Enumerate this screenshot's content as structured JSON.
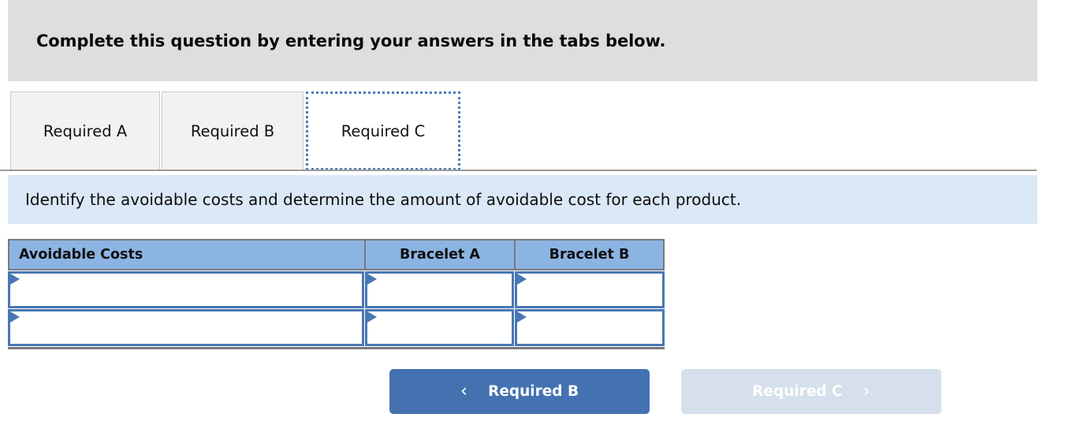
{
  "header": {
    "title": "Complete this question by entering your answers in the tabs below."
  },
  "tabs": [
    {
      "label": "Required A",
      "active": false
    },
    {
      "label": "Required B",
      "active": false
    },
    {
      "label": "Required C",
      "active": true
    }
  ],
  "instruction": {
    "text": "Identify the avoidable costs and determine the amount of avoidable cost for each product."
  },
  "table": {
    "columns": [
      "Avoidable Costs",
      "Bracelet A",
      "Bracelet B"
    ],
    "rows": [
      {
        "name": "",
        "bracelet_a": "",
        "bracelet_b": ""
      },
      {
        "name": "",
        "bracelet_a": "",
        "bracelet_b": ""
      }
    ]
  },
  "footer": {
    "prev_button": {
      "label": "Required B",
      "chevron": "‹",
      "enabled": true
    },
    "next_button": {
      "label": "Required C",
      "chevron": "›",
      "enabled": false
    }
  },
  "colors": {
    "banner_gray": "#dedede",
    "instruction_blue": "#dbe8f7",
    "table_header_blue": "#8cb4e3",
    "cell_border_blue": "#4a77b4",
    "focus_outline_blue": "#4a7cb5",
    "primary_button_blue": "#4472b0",
    "disabled_button_blue": "#d6e0ec"
  }
}
